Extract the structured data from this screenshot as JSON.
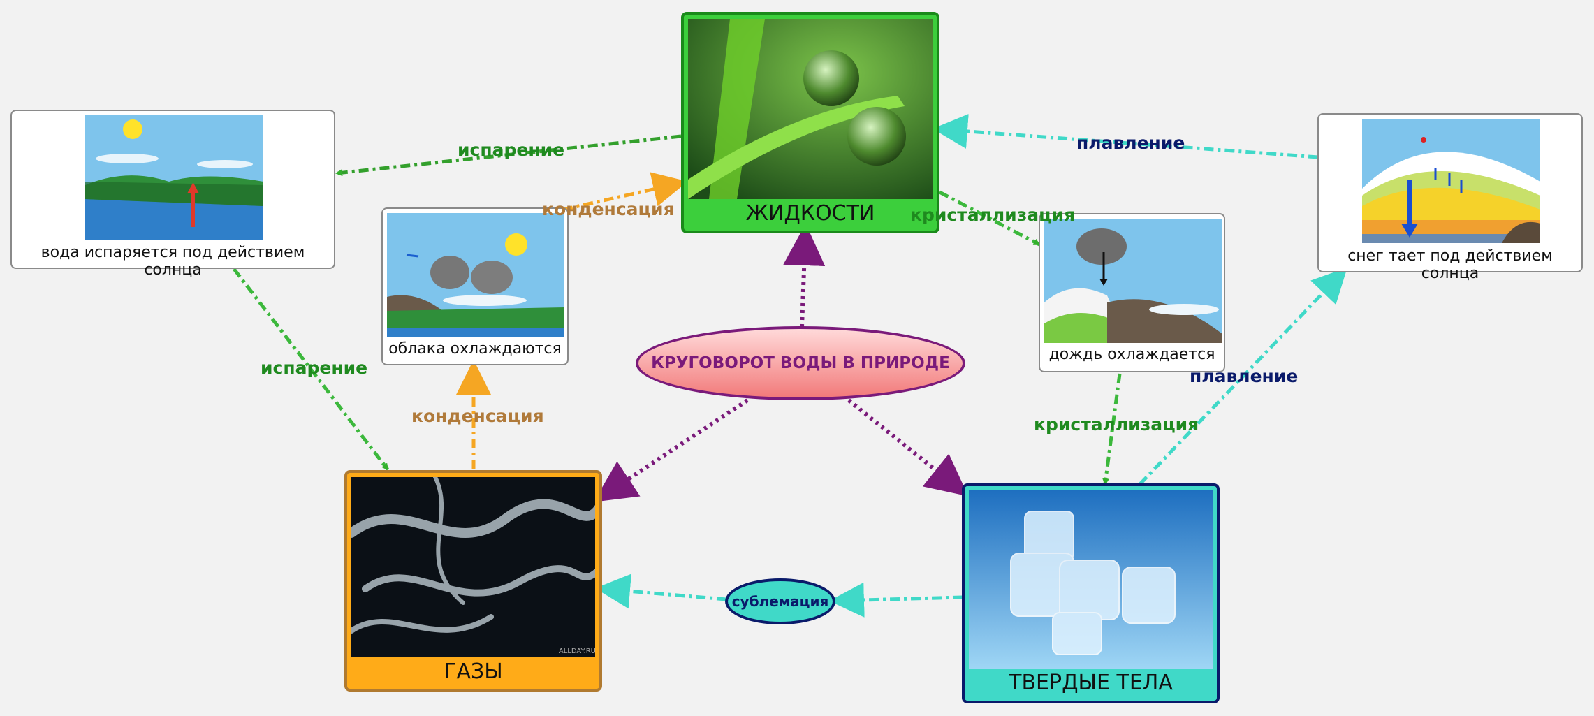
{
  "center": {
    "label": "КРУГОВОРОТ ВОДЫ В ПРИРОДЕ"
  },
  "nodes": {
    "liquids": {
      "title": "ЖИДКОСТИ"
    },
    "gases": {
      "title": "ГАЗЫ",
      "watermark": "ALLDAY.RU"
    },
    "solids": {
      "title": "ТВЕРДЫЕ ТЕЛА"
    }
  },
  "cards": {
    "evaporation": {
      "caption": "вода испаряется под действием солнца"
    },
    "clouds": {
      "caption": "облака охлаждаются"
    },
    "rain": {
      "caption": "дождь охлаждается"
    },
    "snow": {
      "caption": "снег тает под действием солнца"
    }
  },
  "links": {
    "evap_top": "испарение",
    "evap_left": "испарение",
    "cond_top": "конденсация",
    "cond_mid": "конденсация",
    "cryst_top": "кристаллизация",
    "cryst_mid": "кристаллизация",
    "melt_top": "плавление",
    "melt_right": "плавление",
    "sublimation": "сублемация"
  },
  "colors": {
    "evaporation": "#33a02c",
    "condensation": "#f5a623",
    "crystallization": "#3cb83c",
    "melting": "#40d9c8",
    "main": "#7a1a7a",
    "liquid_border": "#1a8a1a",
    "gas_border": "#b07a30",
    "solid_border": "#0a1a6a"
  },
  "icons": {
    "liquids": "dewdrop-on-grass",
    "gases": "smoke",
    "solids": "ice-cubes",
    "evaporation": "sun-lake-landscape",
    "clouds": "clouds-over-forest",
    "rain": "rain-cloud-over-mountain",
    "snow": "snow-layers-cross-section"
  }
}
